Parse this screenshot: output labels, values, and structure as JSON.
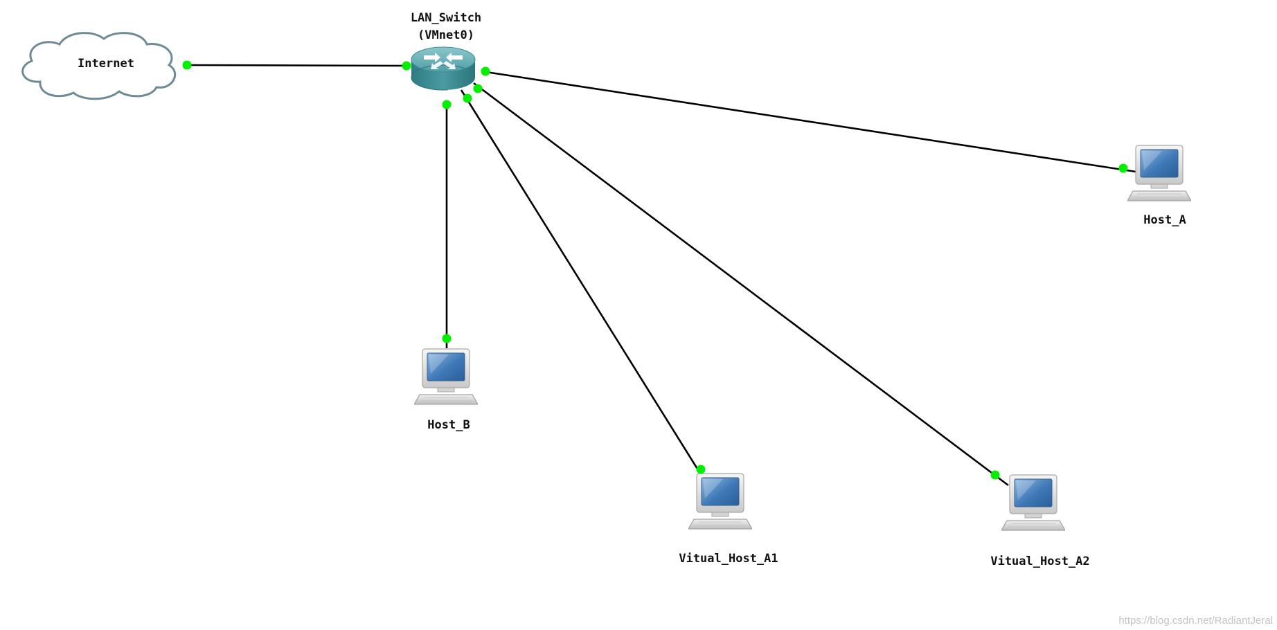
{
  "colors": {
    "link": "#000000",
    "port": "#00ee00",
    "cloud_outline": "#6e8a94",
    "switch_body": "#3d8d94",
    "switch_top": "#6fb2b8",
    "monitor_screen": "#3e78b6"
  },
  "icons": {
    "cloud": "cloud-icon",
    "switch": "switch-icon",
    "host": "computer-icon"
  },
  "nodes": {
    "internet": {
      "label": "Internet",
      "icon": "cloud-icon"
    },
    "switch": {
      "label": "LAN_Switch",
      "sublabel": "(VMnet0)",
      "icon": "switch-icon"
    },
    "host_a": {
      "label": "Host_A",
      "icon": "computer-icon"
    },
    "host_b": {
      "label": "Host_B",
      "icon": "computer-icon"
    },
    "vhost_a1": {
      "label": "Vitual_Host_A1",
      "icon": "computer-icon"
    },
    "vhost_a2": {
      "label": "Vitual_Host_A2",
      "icon": "computer-icon"
    }
  },
  "links": [
    {
      "from": "internet",
      "to": "switch"
    },
    {
      "from": "switch",
      "to": "host_a"
    },
    {
      "from": "switch",
      "to": "host_b"
    },
    {
      "from": "switch",
      "to": "vhost_a1"
    },
    {
      "from": "switch",
      "to": "vhost_a2"
    }
  ],
  "watermark": "https://blog.csdn.net/RadiantJeral"
}
